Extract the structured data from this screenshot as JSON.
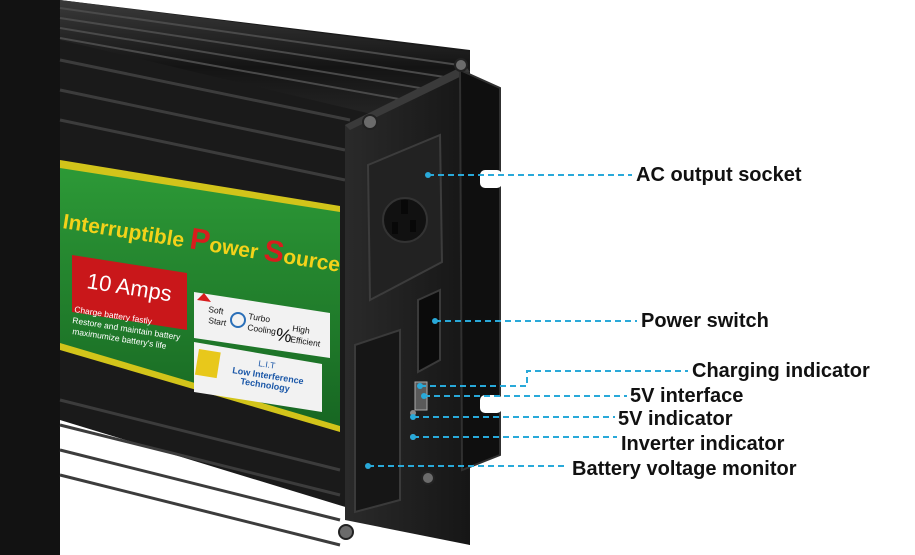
{
  "label_panel": {
    "title_part_1": "Interruptible ",
    "title_p": "P",
    "title_ower": "ower ",
    "title_s": "S",
    "title_ource": "ource",
    "amps_text": "10 Amps",
    "charge_desc": [
      "Charge battery fastly",
      "Restore and maintain battery",
      "maximumize battery's life"
    ],
    "feature_soft": [
      "Soft",
      "Start"
    ],
    "feature_turbo": [
      "Turbo",
      "Cooling"
    ],
    "feature_high": [
      "High",
      "Efficient"
    ],
    "percent_symbol": "%",
    "lit_title": "L.I.T",
    "lit_desc": [
      "Low Interference",
      "Technology"
    ]
  },
  "callouts": {
    "ac_output_socket": "AC output socket",
    "power_switch": "Power switch",
    "charging_indicator": "Charging indicator",
    "five_v_interface": "5V interface",
    "five_v_indicator": "5V indicator",
    "inverter_indicator": "Inverter indicator",
    "battery_voltage_monitor": "Battery voltage monitor"
  },
  "colors": {
    "callout_line": "#29a9d9",
    "label_green": "#1f7d2c",
    "title_yellow": "#f3d21a",
    "title_red": "#d81d1d",
    "amps_red": "#c9171a",
    "housing": "#1d1d1d"
  }
}
